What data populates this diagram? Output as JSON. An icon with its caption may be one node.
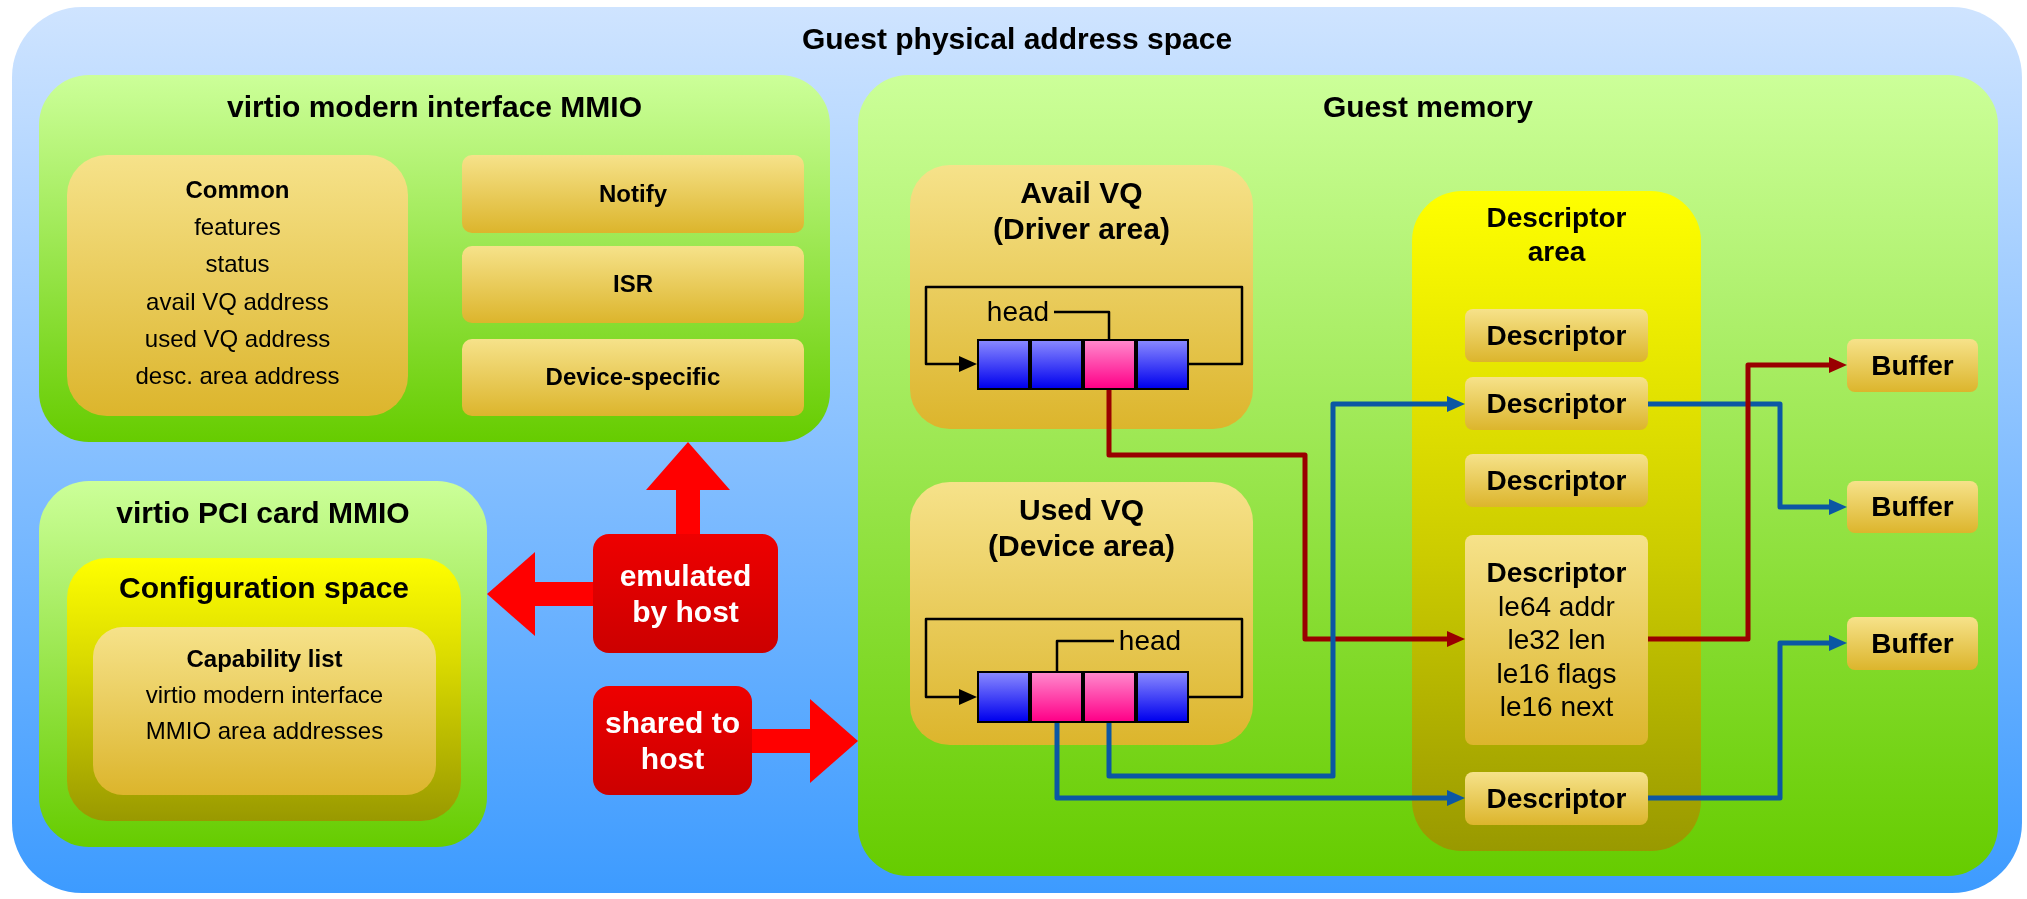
{
  "diagram": {
    "nodes": [
      {
        "text": [
          "Guest physical address space"
        ]
      },
      {
        "text": [
          "virtio modern interface MMIO"
        ],
        "in": 0
      },
      {
        "text": [
          "Common",
          "features",
          "status",
          "avail VQ address",
          "used VQ address",
          "desc. area address"
        ],
        "in": 1
      },
      {
        "text": [
          "Notify"
        ],
        "in": 1
      },
      {
        "text": [
          "ISR"
        ],
        "in": 1
      },
      {
        "text": [
          "Device-specific"
        ],
        "in": 1
      },
      {
        "text": [
          "virtio PCI card MMIO"
        ],
        "in": 0
      },
      {
        "text": [
          "Configuration space"
        ],
        "in": 6
      },
      {
        "text": [
          "Capability list",
          "virtio modern interface MMIO area addresses"
        ],
        "in": 7
      },
      {
        "text": [
          "emulated by host"
        ],
        "in": 0
      },
      {
        "text": [
          "shared to host"
        ],
        "in": 0
      },
      {
        "text": [
          "Guest memory"
        ],
        "in": 0
      },
      {
        "text": [
          "Avail VQ (Driver area)"
        ],
        "in": 11
      },
      {
        "text": [
          "head"
        ],
        "in": 12
      },
      {
        "text": [],
        "shape": "box",
        "in": 12
      },
      {
        "text": [],
        "shape": "box",
        "in": 12
      },
      {
        "text": [],
        "shape": "box",
        "in": 12
      },
      {
        "text": [],
        "shape": "box",
        "in": 12
      },
      {
        "text": [
          "Used VQ (Device area)"
        ],
        "in": 11
      },
      {
        "text": [
          "head"
        ],
        "in": 18
      },
      {
        "text": [],
        "shape": "box",
        "in": 18
      },
      {
        "text": [],
        "shape": "box",
        "in": 18
      },
      {
        "text": [],
        "shape": "box",
        "in": 18
      },
      {
        "text": [],
        "shape": "box",
        "in": 18
      },
      {
        "text": [
          "Descriptor area"
        ],
        "in": 11
      },
      {
        "text": [
          "Descriptor"
        ],
        "in": 24
      },
      {
        "text": [
          "Descriptor"
        ],
        "in": 24
      },
      {
        "text": [
          "Descriptor"
        ],
        "in": 24
      },
      {
        "text": [
          "Descriptor",
          "le64 addr",
          "le32 len",
          "le16 flags",
          "le16 next"
        ],
        "in": 24
      },
      {
        "text": [
          "Descriptor"
        ],
        "in": 24
      },
      {
        "text": [
          "Buffer"
        ],
        "in": 11
      },
      {
        "text": [
          "Buffer"
        ],
        "in": 11
      },
      {
        "text": [
          "Buffer"
        ],
        "in": 11
      }
    ],
    "edges": [
      {
        "from": 9,
        "to": 1,
        "arrow": "to",
        "style": "thick",
        "color": "#ff0000"
      },
      {
        "from": 9,
        "to": 6,
        "arrow": "to",
        "style": "thick",
        "color": "#ff0000"
      },
      {
        "from": 10,
        "to": 11,
        "arrow": "to",
        "style": "thick",
        "color": "#ff0000"
      },
      {
        "from": 17,
        "to": 14,
        "arrow": "to",
        "color": "#000000"
      },
      {
        "from": 13,
        "to": 16,
        "arrow": "none",
        "color": "#000000"
      },
      {
        "from": 23,
        "to": 20,
        "arrow": "to",
        "color": "#000000"
      },
      {
        "from": 19,
        "to": 21,
        "arrow": "none",
        "color": "#000000"
      },
      {
        "from": 16,
        "to": 28,
        "arrow": "to",
        "color": "#990000"
      },
      {
        "from": 21,
        "to": 29,
        "arrow": "to",
        "color": "#0b57a4"
      },
      {
        "from": 22,
        "to": 26,
        "arrow": "to",
        "color": "#0b57a4"
      },
      {
        "from": 26,
        "to": 31,
        "arrow": "to",
        "color": "#0b57a4"
      },
      {
        "from": 28,
        "to": 30,
        "arrow": "to",
        "color": "#990000"
      },
      {
        "from": 29,
        "to": 32,
        "arrow": "to",
        "color": "#0b57a4"
      }
    ]
  }
}
